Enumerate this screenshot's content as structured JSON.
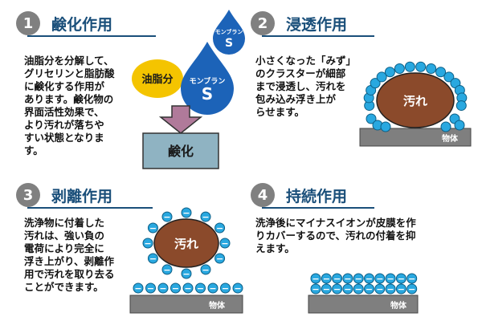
{
  "panels": [
    {
      "number": "1",
      "title": "鹸化作用",
      "text": "油脂分を分解して、\nグリセリンと脂肪酸\nに鹸化する作用が\nあります。鹸化物の\n界面活性効果で、\nより汚れが落ちや\nすい状態となりま\nす。",
      "oil_label": "油脂分",
      "drop_small_label": "モンブラン",
      "drop_small_letter": "S",
      "drop_large_label": "モンブラン",
      "drop_large_letter": "S",
      "result_label": "鹸化"
    },
    {
      "number": "2",
      "title": "浸透作用",
      "text": "小さくなった「みず」\nのクラスターが細部\nまで浸透し、汚れを\n包み込み浮き上が\nらせます。",
      "dirt_label": "汚れ",
      "surface_label": "物体"
    },
    {
      "number": "3",
      "title": "剥離作用",
      "text": "洗浄物に付着した\n汚れは、強い負の\n電荷により完全に\n浮き上がり、剥離作\n用で汚れを取り去る\nことができます。",
      "dirt_label": "汚れ",
      "surface_label": "物体",
      "charge_sign": "−"
    },
    {
      "number": "4",
      "title": "持続作用",
      "text": "洗浄後にマイナスイオンが皮膜を作\nりカバーするので、汚れの付着を抑\nえます。",
      "surface_label": "物体",
      "charge_sign": "−"
    }
  ],
  "colors": {
    "title": "#1a4f7a",
    "number_circle": "#808080",
    "drop_blue": "#1c63b8",
    "oil_yellow": "#f4c400",
    "dirt_brown": "#8b4a2b",
    "surface_gray": "#7f7f7f",
    "result_box": "#8fb3c2",
    "arrow_fill": "#b07a9a",
    "bubble_cyan": "#29a8e0"
  },
  "icons": [
    "water-drop-icon",
    "down-arrow-icon"
  ]
}
